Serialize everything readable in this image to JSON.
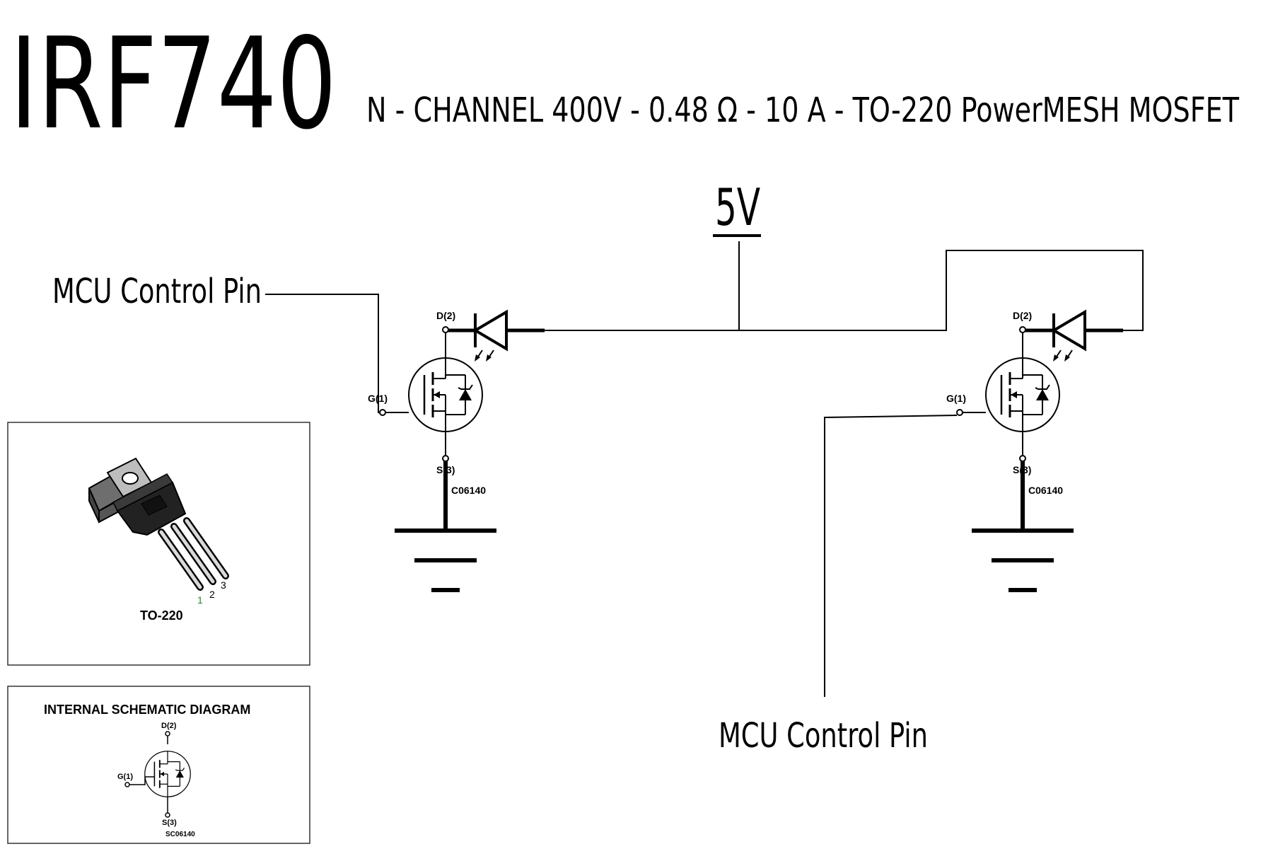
{
  "header": {
    "part_number": "IRF740",
    "subtitle": "N - CHANNEL 400V - 0.48 Ω  - 10 A - TO-220 PowerMESH  MOSFET"
  },
  "supply": {
    "label": "5V"
  },
  "left_circuit": {
    "control_label": "MCU Control Pin",
    "drain_pin": "D(2)",
    "gate_pin": "G(1)",
    "source_pin": "S(3)",
    "ref_code": "C06140"
  },
  "right_circuit": {
    "control_label": "MCU Control Pin",
    "drain_pin": "D(2)",
    "gate_pin": "G(1)",
    "source_pin": "S(3)",
    "ref_code": "C06140"
  },
  "package_box": {
    "package_label": "TO-220",
    "pin_1": "1",
    "pin_2": "2",
    "pin_3": "3"
  },
  "internal_schematic": {
    "title": "INTERNAL  SCHEMATIC  DIAGRAM",
    "drain_pin": "D(2)",
    "gate_pin": "G(1)",
    "source_pin": "S(3)",
    "ref_code": "SC06140"
  },
  "colors": {
    "ink": "#000000",
    "pin_number": "#2e7d32",
    "box_border": "#333333"
  }
}
